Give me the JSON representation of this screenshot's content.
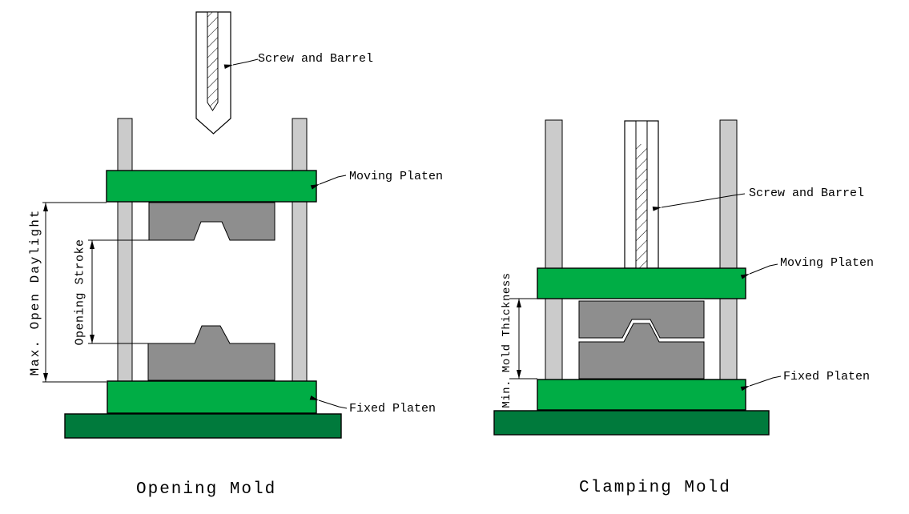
{
  "colors": {
    "platen_green": "#00AD45",
    "base_green": "#007A3C",
    "mold_gray": "#8E8E8E",
    "tie_bar_gray": "#CBCBCB",
    "barrel_white": "#FFFFFF",
    "outline": "#000000",
    "background": "#FFFFFF"
  },
  "left_diagram": {
    "caption": "Opening Mold",
    "labels": {
      "screw_barrel": "Screw and Barrel",
      "moving_platen": "Moving Platen",
      "fixed_platen": "Fixed Platen"
    },
    "dimensions": {
      "max_open_daylight": "Max. Open Daylight",
      "opening_stroke": "Opening Stroke"
    }
  },
  "right_diagram": {
    "caption": "Clamping Mold",
    "labels": {
      "screw_barrel": "Screw and Barrel",
      "moving_platen": "Moving Platen",
      "fixed_platen": "Fixed Platen"
    },
    "dimensions": {
      "min_mold_thickness": "Min. Mold Thickness"
    }
  }
}
